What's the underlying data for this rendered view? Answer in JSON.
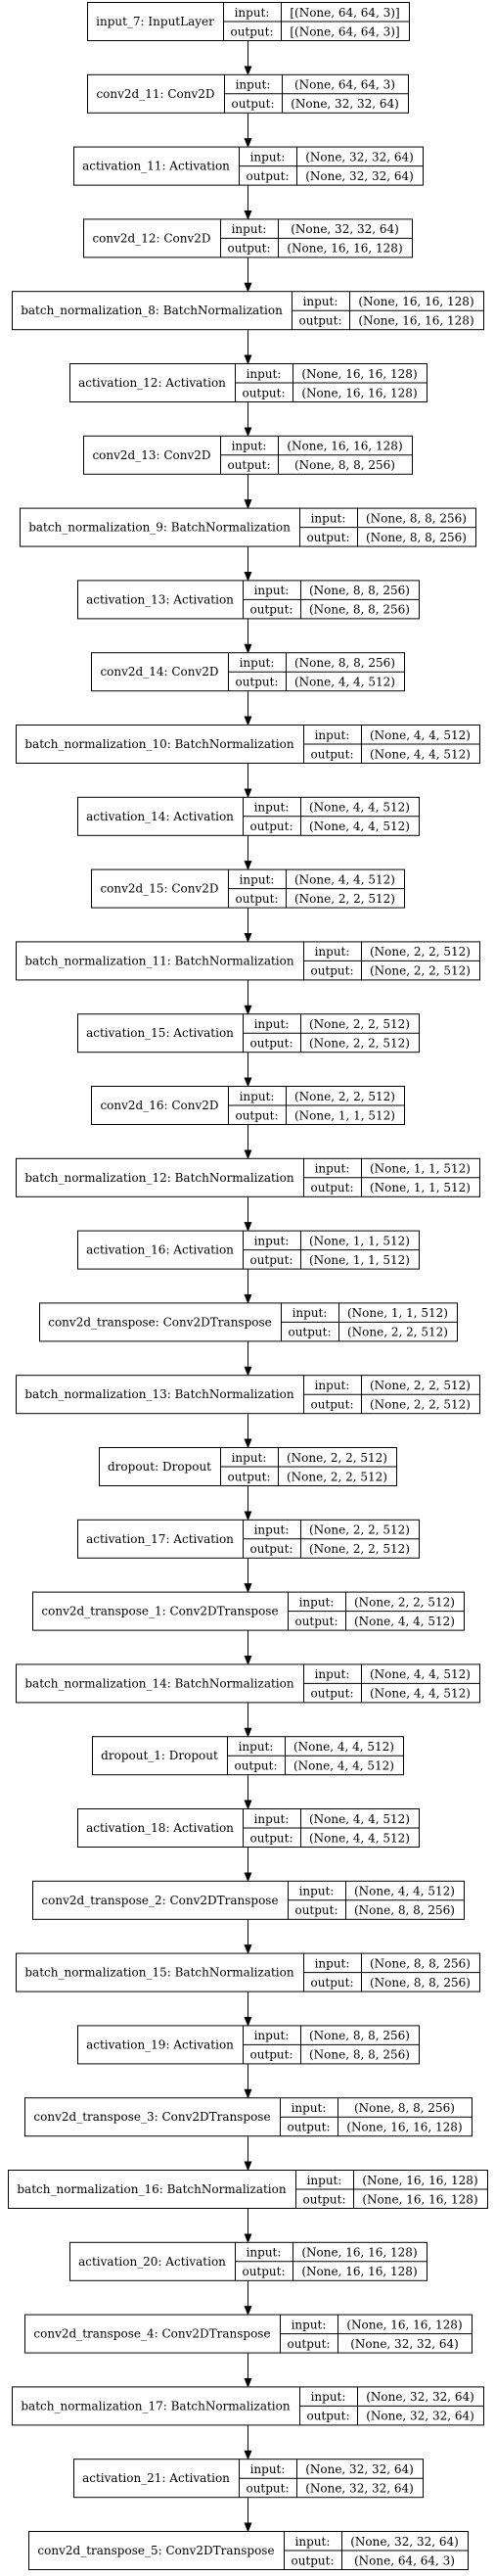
{
  "input_label": "input:",
  "output_label": "output:",
  "nodes": [
    {
      "name": "input_7: InputLayer",
      "input": "[(None, 64, 64, 3)]",
      "output": "[(None, 64, 64, 3)]"
    },
    {
      "name": "conv2d_11: Conv2D",
      "input": "(None, 64, 64, 3)",
      "output": "(None, 32, 32, 64)"
    },
    {
      "name": "activation_11: Activation",
      "input": "(None, 32, 32, 64)",
      "output": "(None, 32, 32, 64)"
    },
    {
      "name": "conv2d_12: Conv2D",
      "input": "(None, 32, 32, 64)",
      "output": "(None, 16, 16, 128)"
    },
    {
      "name": "batch_normalization_8: BatchNormalization",
      "input": "(None, 16, 16, 128)",
      "output": "(None, 16, 16, 128)"
    },
    {
      "name": "activation_12: Activation",
      "input": "(None, 16, 16, 128)",
      "output": "(None, 16, 16, 128)"
    },
    {
      "name": "conv2d_13: Conv2D",
      "input": "(None, 16, 16, 128)",
      "output": "(None, 8, 8, 256)"
    },
    {
      "name": "batch_normalization_9: BatchNormalization",
      "input": "(None, 8, 8, 256)",
      "output": "(None, 8, 8, 256)"
    },
    {
      "name": "activation_13: Activation",
      "input": "(None, 8, 8, 256)",
      "output": "(None, 8, 8, 256)"
    },
    {
      "name": "conv2d_14: Conv2D",
      "input": "(None, 8, 8, 256)",
      "output": "(None, 4, 4, 512)"
    },
    {
      "name": "batch_normalization_10: BatchNormalization",
      "input": "(None, 4, 4, 512)",
      "output": "(None, 4, 4, 512)"
    },
    {
      "name": "activation_14: Activation",
      "input": "(None, 4, 4, 512)",
      "output": "(None, 4, 4, 512)"
    },
    {
      "name": "conv2d_15: Conv2D",
      "input": "(None, 4, 4, 512)",
      "output": "(None, 2, 2, 512)"
    },
    {
      "name": "batch_normalization_11: BatchNormalization",
      "input": "(None, 2, 2, 512)",
      "output": "(None, 2, 2, 512)"
    },
    {
      "name": "activation_15: Activation",
      "input": "(None, 2, 2, 512)",
      "output": "(None, 2, 2, 512)"
    },
    {
      "name": "conv2d_16: Conv2D",
      "input": "(None, 2, 2, 512)",
      "output": "(None, 1, 1, 512)"
    },
    {
      "name": "batch_normalization_12: BatchNormalization",
      "input": "(None, 1, 1, 512)",
      "output": "(None, 1, 1, 512)"
    },
    {
      "name": "activation_16: Activation",
      "input": "(None, 1, 1, 512)",
      "output": "(None, 1, 1, 512)"
    },
    {
      "name": "conv2d_transpose: Conv2DTranspose",
      "input": "(None, 1, 1, 512)",
      "output": "(None, 2, 2, 512)"
    },
    {
      "name": "batch_normalization_13: BatchNormalization",
      "input": "(None, 2, 2, 512)",
      "output": "(None, 2, 2, 512)"
    },
    {
      "name": "dropout: Dropout",
      "input": "(None, 2, 2, 512)",
      "output": "(None, 2, 2, 512)"
    },
    {
      "name": "activation_17: Activation",
      "input": "(None, 2, 2, 512)",
      "output": "(None, 2, 2, 512)"
    },
    {
      "name": "conv2d_transpose_1: Conv2DTranspose",
      "input": "(None, 2, 2, 512)",
      "output": "(None, 4, 4, 512)"
    },
    {
      "name": "batch_normalization_14: BatchNormalization",
      "input": "(None, 4, 4, 512)",
      "output": "(None, 4, 4, 512)"
    },
    {
      "name": "dropout_1: Dropout",
      "input": "(None, 4, 4, 512)",
      "output": "(None, 4, 4, 512)"
    },
    {
      "name": "activation_18: Activation",
      "input": "(None, 4, 4, 512)",
      "output": "(None, 4, 4, 512)"
    },
    {
      "name": "conv2d_transpose_2: Conv2DTranspose",
      "input": "(None, 4, 4, 512)",
      "output": "(None, 8, 8, 256)"
    },
    {
      "name": "batch_normalization_15: BatchNormalization",
      "input": "(None, 8, 8, 256)",
      "output": "(None, 8, 8, 256)"
    },
    {
      "name": "activation_19: Activation",
      "input": "(None, 8, 8, 256)",
      "output": "(None, 8, 8, 256)"
    },
    {
      "name": "conv2d_transpose_3: Conv2DTranspose",
      "input": "(None, 8, 8, 256)",
      "output": "(None, 16, 16, 128)"
    },
    {
      "name": "batch_normalization_16: BatchNormalization",
      "input": "(None, 16, 16, 128)",
      "output": "(None, 16, 16, 128)"
    },
    {
      "name": "activation_20: Activation",
      "input": "(None, 16, 16, 128)",
      "output": "(None, 16, 16, 128)"
    },
    {
      "name": "conv2d_transpose_4: Conv2DTranspose",
      "input": "(None, 16, 16, 128)",
      "output": "(None, 32, 32, 64)"
    },
    {
      "name": "batch_normalization_17: BatchNormalization",
      "input": "(None, 32, 32, 64)",
      "output": "(None, 32, 32, 64)"
    },
    {
      "name": "activation_21: Activation",
      "input": "(None, 32, 32, 64)",
      "output": "(None, 32, 32, 64)"
    },
    {
      "name": "conv2d_transpose_5: Conv2DTranspose",
      "input": "(None, 32, 32, 64)",
      "output": "(None, 64, 64, 3)"
    }
  ]
}
